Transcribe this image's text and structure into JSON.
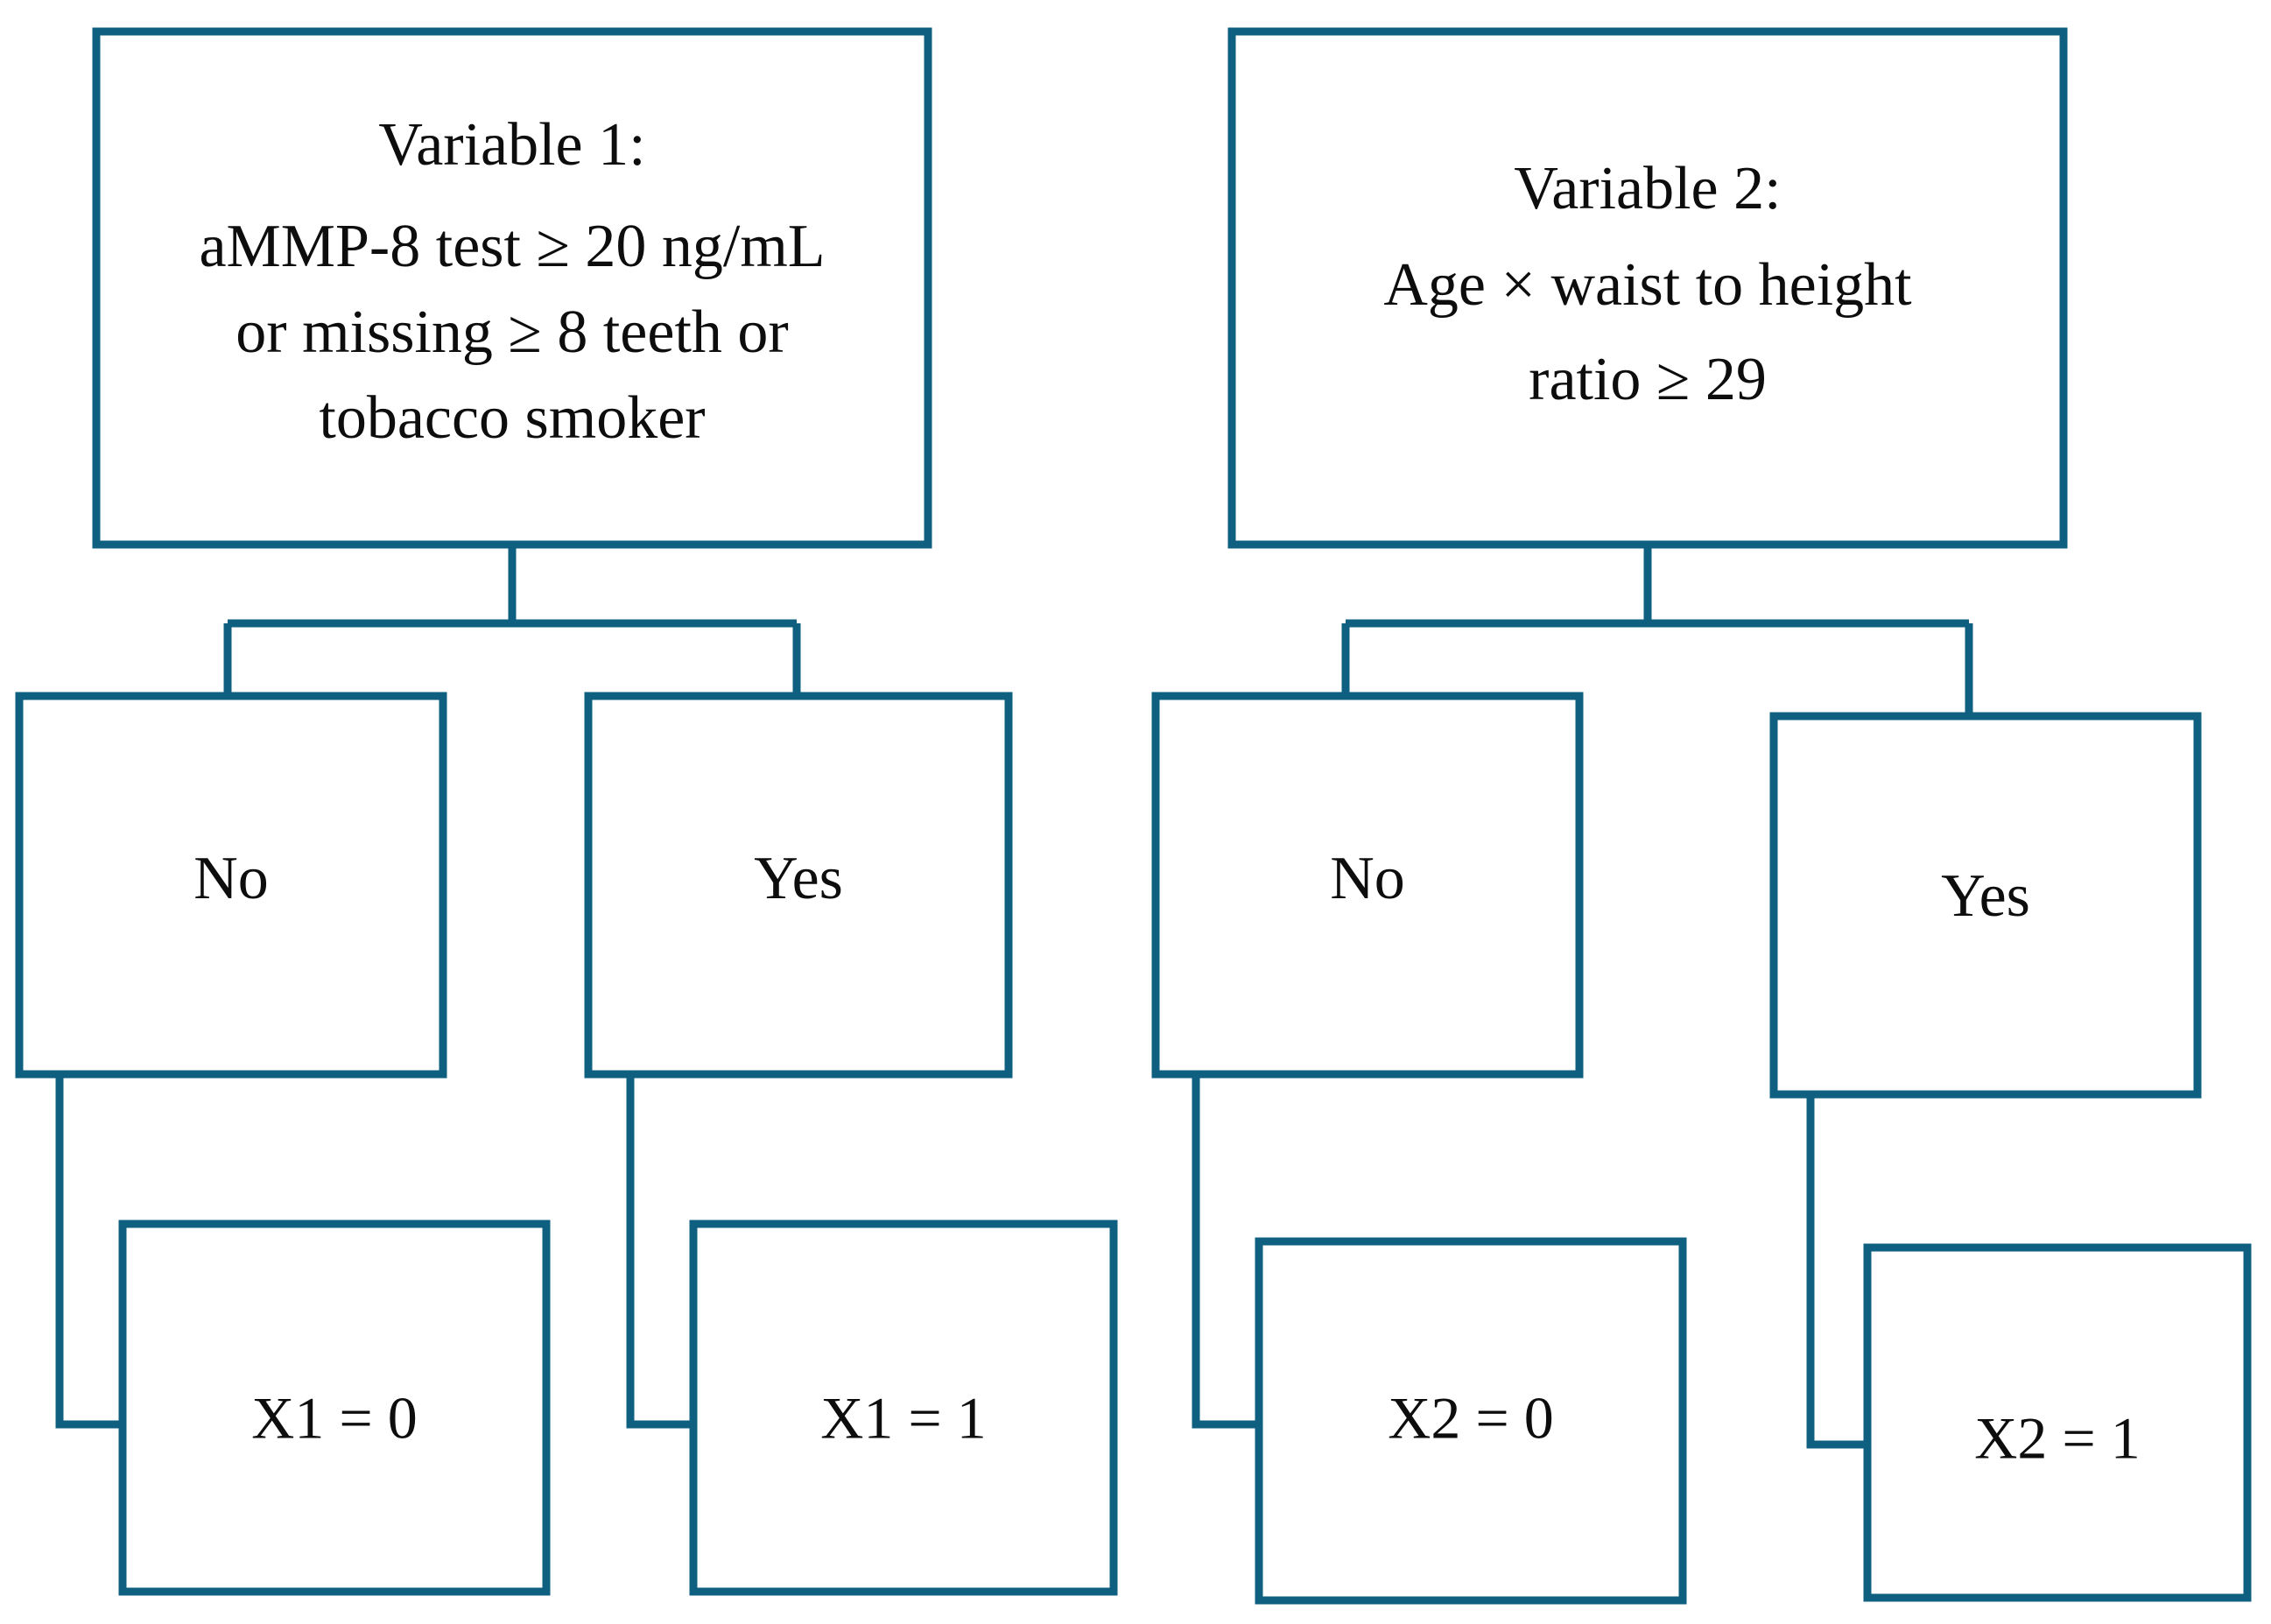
{
  "theme": {
    "stroke_color": "#0e5f80",
    "text_color": "#0d0d0d",
    "background": "#ffffff",
    "stroke_width": 9
  },
  "diagram": {
    "type": "decision-tree",
    "title_present": false,
    "branches": [
      {
        "id": "variable-1",
        "root": {
          "lines": [
            "Variable 1:",
            "aMMP-8 test ≥ 20 ng/mL",
            "or missing ≥ 8 teeth or",
            "tobacco smoker"
          ]
        },
        "children": [
          {
            "answer": "No",
            "outcome": "X1 = 0"
          },
          {
            "answer": "Yes",
            "outcome": "X1 = 1"
          }
        ]
      },
      {
        "id": "variable-2",
        "root": {
          "lines": [
            "Variable 2:",
            "Age × waist to height",
            "ratio ≥ 29"
          ]
        },
        "children": [
          {
            "answer": "No",
            "outcome": "X2 = 0"
          },
          {
            "answer": "Yes",
            "outcome": "X2 = 1"
          }
        ]
      }
    ]
  }
}
